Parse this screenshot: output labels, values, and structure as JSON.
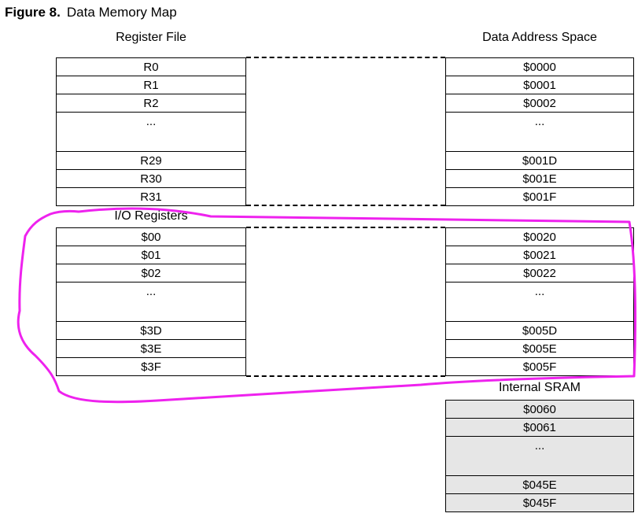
{
  "figure": {
    "number": "Figure 8.",
    "title": "Data Memory Map"
  },
  "register_file": {
    "heading": "Register File",
    "rows": [
      "R0",
      "R1",
      "R2",
      "...",
      "R29",
      "R30",
      "R31"
    ]
  },
  "io_registers": {
    "heading": "I/O Registers",
    "rows": [
      "$00",
      "$01",
      "$02",
      "...",
      "$3D",
      "$3E",
      "$3F"
    ]
  },
  "data_address_space": {
    "heading": "Data Address Space",
    "register_rows": [
      "$0000",
      "$0001",
      "$0002",
      "...",
      "$001D",
      "$001E",
      "$001F"
    ],
    "io_rows": [
      "$0020",
      "$0021",
      "$0022",
      "...",
      "$005D",
      "$005E",
      "$005F"
    ]
  },
  "internal_sram": {
    "heading": "Internal SRAM",
    "rows": [
      "$0060",
      "$0061",
      "...",
      "$045E",
      "$045F"
    ]
  },
  "annotation": {
    "color": "#ee22ee"
  }
}
